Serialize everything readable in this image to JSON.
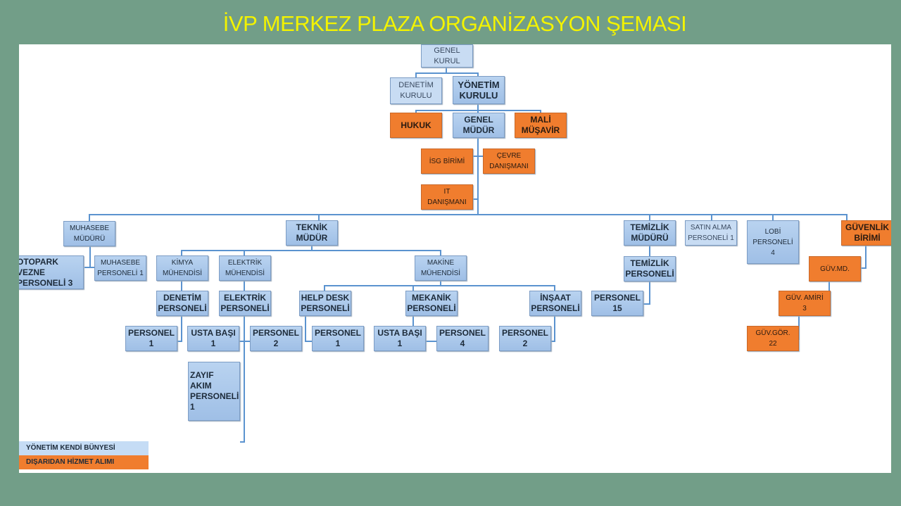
{
  "title": "İVP MERKEZ PLAZA ORGANİZASYON ŞEMASI",
  "nodes": {
    "genel_kurul": "GENEL\nKURUL",
    "denetim_kurulu": "DENETİM\nKURULU",
    "yonetim_kurulu": "YÖNETİM\nKURULU",
    "hukuk": "HUKUK",
    "genel_mudur": "GENEL\nMÜDÜR",
    "mali_musavir": "MALİ\nMÜŞAVİR",
    "isg_birimi": "İSG BİRİMİ",
    "cevre_danismani": "ÇEVRE\nDANIŞMANI",
    "it_danismani": "IT\nDANIŞMANI",
    "muhasebe_muduru": "MUHASEBE\nMÜDÜRÜ",
    "teknik_mudur": "TEKNİK\nMÜDÜR",
    "temizlik_muduru": "TEMİZLİK\nMÜDÜRÜ",
    "satin_alma": "SATIN ALMA\nPERSONELİ 1",
    "lobi_personeli": "LOBİ\nPERSONELİ\n4",
    "guvenlik_birimi": "GÜVENLİK\nBİRİMİ",
    "otopark_vezne": "OTOPARK\nVEZNE\nPERSONELİ 3",
    "muhasebe_personeli": "MUHASEBE\nPERSONELİ 1",
    "kimya_muhendisi": "KİMYA\nMÜHENDİSİ",
    "elektrik_muhendisi": "ELEKTRİK\nMÜHENDİSİ",
    "makine_muhendisi": "MAKİNE\nMÜHENDİSİ",
    "temizlik_personeli": "TEMİZLİK\nPERSONELİ",
    "guv_md": "GÜV.MD.",
    "denetim_personeli": "DENETİM\nPERSONELİ",
    "elektrik_personeli": "ELEKTRİK\nPERSONELİ",
    "help_desk": "HELP DESK\nPERSONELİ",
    "mekanik_personeli": "MEKANİK\nPERSONELİ",
    "insaat_personeli": "İNŞAAT\nPERSONELİ",
    "personel_15": "PERSONEL\n15",
    "guv_amiri": "GÜV. AMİRİ\n3",
    "kimya_personel_1": "PERSONEL\n1",
    "elektrik_usta_basi": "USTA BAŞI\n1",
    "elektrik_personel_2": "PERSONEL\n2",
    "helpdesk_personel_1": "PERSONEL\n1",
    "mekanik_usta_basi": "USTA BAŞI\n1",
    "mekanik_personel_4": "PERSONEL\n4",
    "insaat_personel_2": "PERSONEL\n2",
    "guv_gor": "GÜV.GÖR.\n22",
    "zayif_akim": "ZAYIF\nAKIM\nPERSONELİ\n1"
  },
  "legend": {
    "internal": "YÖNETİM KENDİ BÜNYESİ",
    "outsourced": "DIŞARIDAN HİZMET ALIMI"
  },
  "colors": {
    "internal": "#a9c8ec",
    "outsourced": "#f07d2e",
    "background": "#729e88",
    "title": "#f3f300"
  }
}
